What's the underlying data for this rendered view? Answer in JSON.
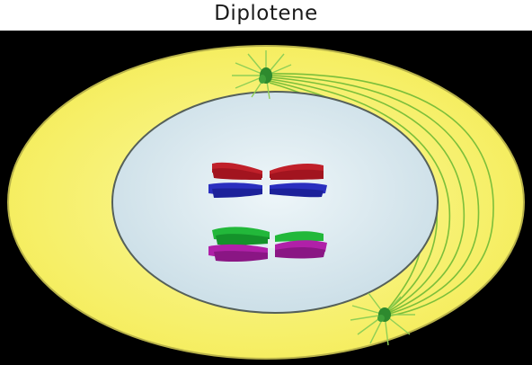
{
  "figure": {
    "title": "Diplotene",
    "structures": [
      "cell-membrane",
      "cytoplasm",
      "nuclear-envelope",
      "nucleoplasm",
      "centrosome-top",
      "centrosome-bottom",
      "spindle-fibers",
      "homologous-pair-red-blue",
      "homologous-pair-green-purple"
    ],
    "colors": {
      "background": "#000000",
      "title_band": "#ffffff",
      "cytoplasm": "#f7f36a",
      "cytoplasm_edge": "#b8b24a",
      "nucleus": "#d6e8ef",
      "nucleus_edge": "#55605a",
      "spindle": "#7cbf3a",
      "centrosome": "#2e8a2e",
      "chrom_red": "#c0202a",
      "chrom_blue": "#2a2fbf",
      "chrom_green": "#22b83a",
      "chrom_purple": "#b020a8"
    }
  }
}
